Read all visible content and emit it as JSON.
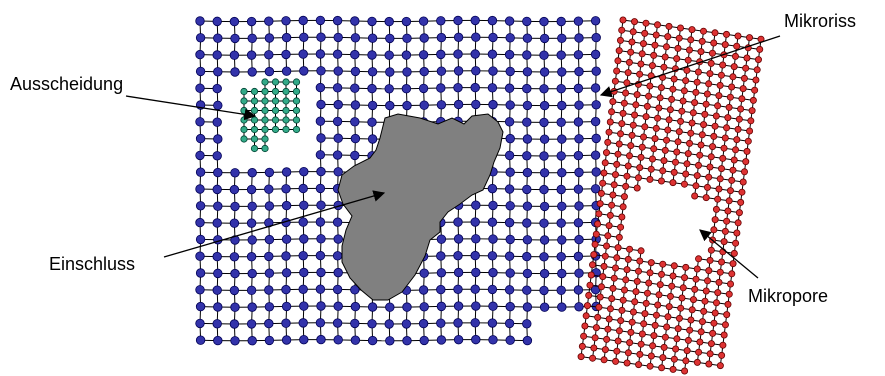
{
  "labels": {
    "ausscheidung": "Ausscheidung",
    "einschluss": "Einschluss",
    "mikroriss": "Mikroriss",
    "mikropore": "Mikropore"
  },
  "colors": {
    "matrix_atom": "#3333aa",
    "matrix_atom_stroke": "#000055",
    "precipitate_atom": "#33aa88",
    "crack_grain_atom": "#dd3333",
    "inclusion_fill": "#808080",
    "bond": "#000000",
    "arrow": "#000000"
  }
}
